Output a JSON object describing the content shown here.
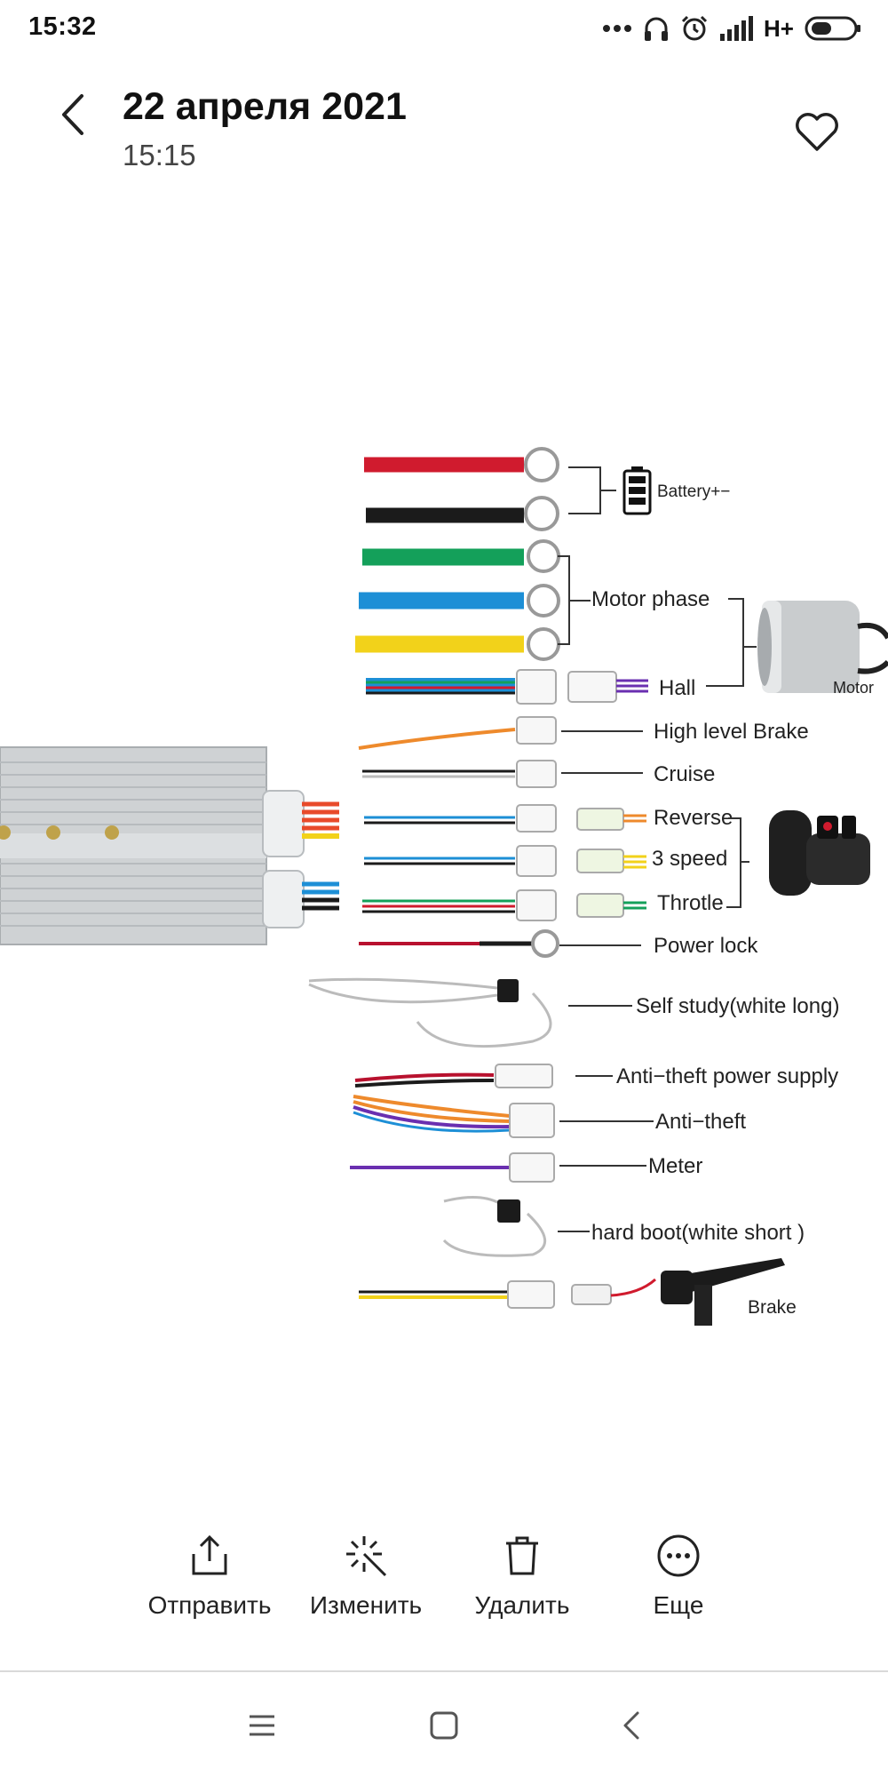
{
  "status_bar": {
    "time": "15:32",
    "network": "H+",
    "icons": [
      "dots-icon",
      "headphones-icon",
      "alarm-icon",
      "signal-icon",
      "battery-icon"
    ]
  },
  "header": {
    "title": "22 апреля 2021",
    "subtitle": "15:15",
    "back_icon": "chevron-left-icon",
    "favorite_icon": "heart-outline-icon"
  },
  "photo": {
    "labels": {
      "battery": "Battery+−",
      "motor_phase": "Motor phase",
      "motor": "Motor",
      "hall": "Hall",
      "high_level_brake": "High level Brake",
      "cruise": "Cruise",
      "reverse": "Reverse",
      "three_speed": "3 speed",
      "throtle": "Throtle",
      "power_lock": "Power lock",
      "self_study": "Self study(white long)",
      "anti_theft_power": "Anti−theft power supply",
      "anti_theft": "Anti−theft",
      "meter": "Meter",
      "hard_boot": "hard boot(white short )",
      "brake": "Brake"
    }
  },
  "actions": [
    {
      "label": "Отправить",
      "icon": "share-icon"
    },
    {
      "label": "Изменить",
      "icon": "magic-wand-icon"
    },
    {
      "label": "Удалить",
      "icon": "trash-icon"
    },
    {
      "label": "Еще",
      "icon": "more-icon"
    }
  ],
  "nav_bar": {
    "icons": [
      "menu-icon",
      "home-icon",
      "back-icon"
    ]
  },
  "colors": {
    "wire_red": "#d01b2e",
    "wire_black": "#1b1b1b",
    "wire_green": "#14a05a",
    "wire_blue": "#1d8fd6",
    "wire_yellow": "#f2d21a",
    "wire_orange": "#ee8a2c",
    "wire_purple": "#6a2fb0",
    "controller": "#cfd2d4"
  }
}
